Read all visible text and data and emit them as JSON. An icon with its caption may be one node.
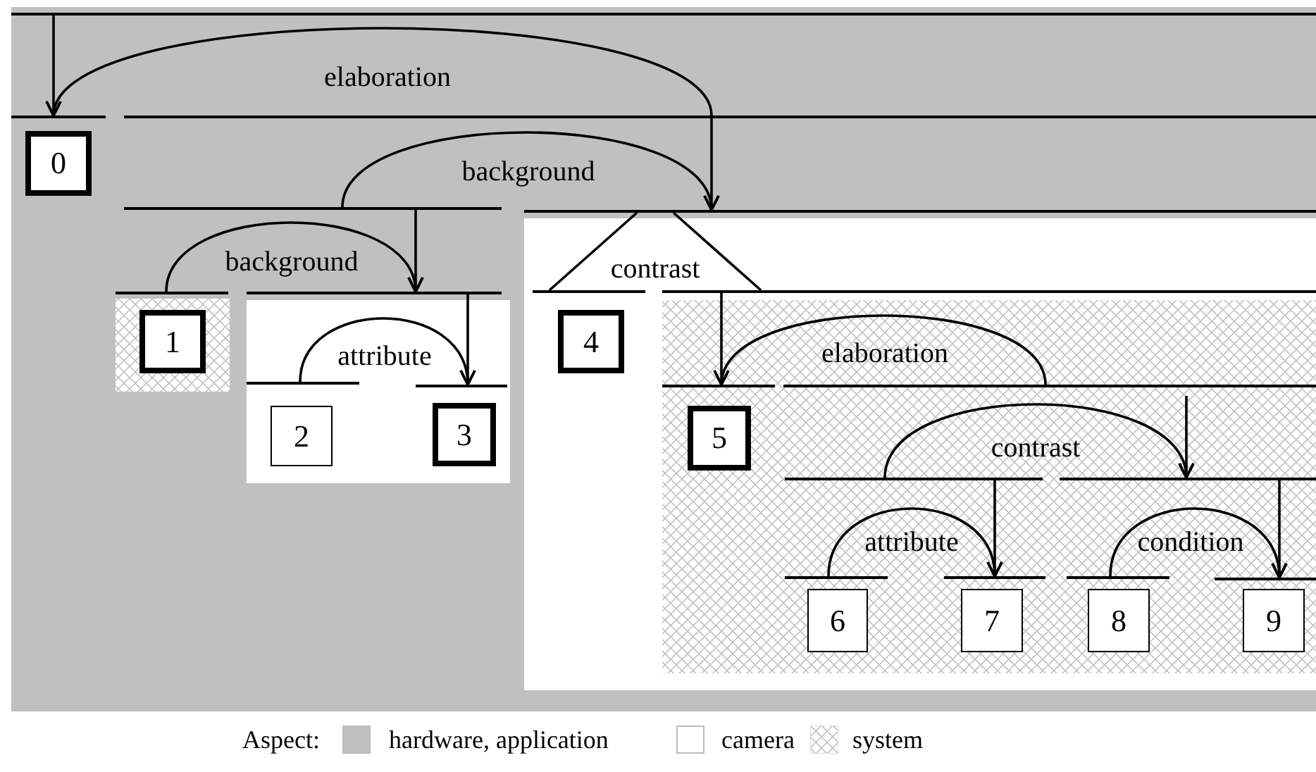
{
  "diagram": {
    "nodes": [
      {
        "text": [],
        "shape": "bar"
      },
      {
        "text": [],
        "shape": "bar"
      },
      {
        "text": [],
        "shape": "bar"
      },
      {
        "text": [
          "0"
        ]
      },
      {
        "text": [],
        "shape": "bar"
      },
      {
        "text": [],
        "shape": "bar"
      },
      {
        "text": [],
        "shape": "bar"
      },
      {
        "text": [],
        "shape": "bar"
      },
      {
        "text": [],
        "shape": "bar"
      },
      {
        "text": [],
        "shape": "bar"
      },
      {
        "text": [
          "1"
        ]
      },
      {
        "text": [
          "4"
        ]
      },
      {
        "text": [],
        "shape": "bar"
      },
      {
        "text": [],
        "shape": "bar"
      },
      {
        "text": [],
        "shape": "bar"
      },
      {
        "text": [],
        "shape": "bar"
      },
      {
        "text": [
          "2"
        ]
      },
      {
        "text": [
          "3"
        ]
      },
      {
        "text": [
          "5"
        ]
      },
      {
        "text": [],
        "shape": "bar"
      },
      {
        "text": [],
        "shape": "bar"
      },
      {
        "text": [],
        "shape": "bar"
      },
      {
        "text": [],
        "shape": "bar"
      },
      {
        "text": [],
        "shape": "bar"
      },
      {
        "text": [],
        "shape": "bar"
      },
      {
        "text": [
          "6"
        ]
      },
      {
        "text": [
          "7"
        ]
      },
      {
        "text": [
          "8"
        ]
      },
      {
        "text": [
          "9"
        ]
      }
    ],
    "edges": [
      {
        "from": 2,
        "to": 1,
        "arrow": "to",
        "label": "elaboration"
      },
      {
        "from": 0,
        "to": 1,
        "arrow": "to"
      },
      {
        "from": 4,
        "to": 5,
        "arrow": "to",
        "label": "background"
      },
      {
        "from": 2,
        "to": 5,
        "arrow": "to"
      },
      {
        "from": 5,
        "to": 8,
        "arrow": "none",
        "label": "contrast"
      },
      {
        "from": 5,
        "to": 9,
        "arrow": "none"
      },
      {
        "from": 6,
        "to": 7,
        "arrow": "to",
        "label": "background"
      },
      {
        "from": 4,
        "to": 7,
        "arrow": "to"
      },
      {
        "from": 12,
        "to": 13,
        "arrow": "to",
        "label": "attribute"
      },
      {
        "from": 7,
        "to": 13,
        "arrow": "to"
      },
      {
        "from": 15,
        "to": 14,
        "arrow": "to",
        "label": "elaboration"
      },
      {
        "from": 9,
        "to": 14,
        "arrow": "to"
      },
      {
        "from": 19,
        "to": 20,
        "arrow": "to",
        "label": "contrast"
      },
      {
        "from": 15,
        "to": 20,
        "arrow": "to"
      },
      {
        "from": 21,
        "to": 22,
        "arrow": "to",
        "label": "attribute"
      },
      {
        "from": 19,
        "to": 22,
        "arrow": "to"
      },
      {
        "from": 23,
        "to": 24,
        "arrow": "to",
        "label": "condition"
      },
      {
        "from": 20,
        "to": 24,
        "arrow": "to"
      }
    ],
    "labels": [
      "Aspect:"
    ],
    "legend": [
      {
        "text": "hardware, application",
        "color": "#c0c0c0"
      },
      {
        "text": "camera",
        "color": "#ffffff"
      },
      {
        "text": "system"
      }
    ]
  }
}
